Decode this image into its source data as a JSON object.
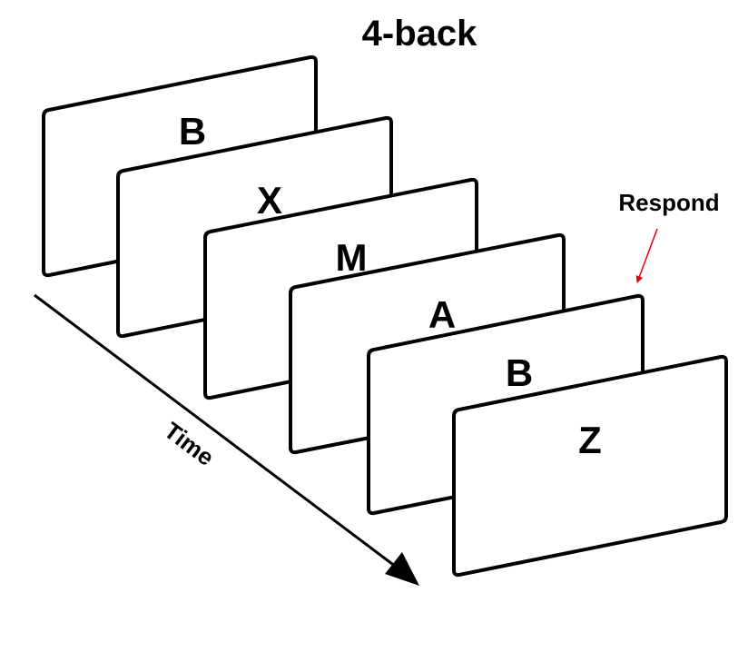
{
  "title": "4-back",
  "time_label": "Time",
  "respond_label": "Respond",
  "colors": {
    "card_stroke": "#000000",
    "card_fill": "#ffffff",
    "axis": "#000000",
    "respond_arrow": "#e8000b"
  },
  "cards": [
    {
      "letter": "B"
    },
    {
      "letter": "X"
    },
    {
      "letter": "M"
    },
    {
      "letter": "A"
    },
    {
      "letter": "B"
    },
    {
      "letter": "Z"
    }
  ]
}
